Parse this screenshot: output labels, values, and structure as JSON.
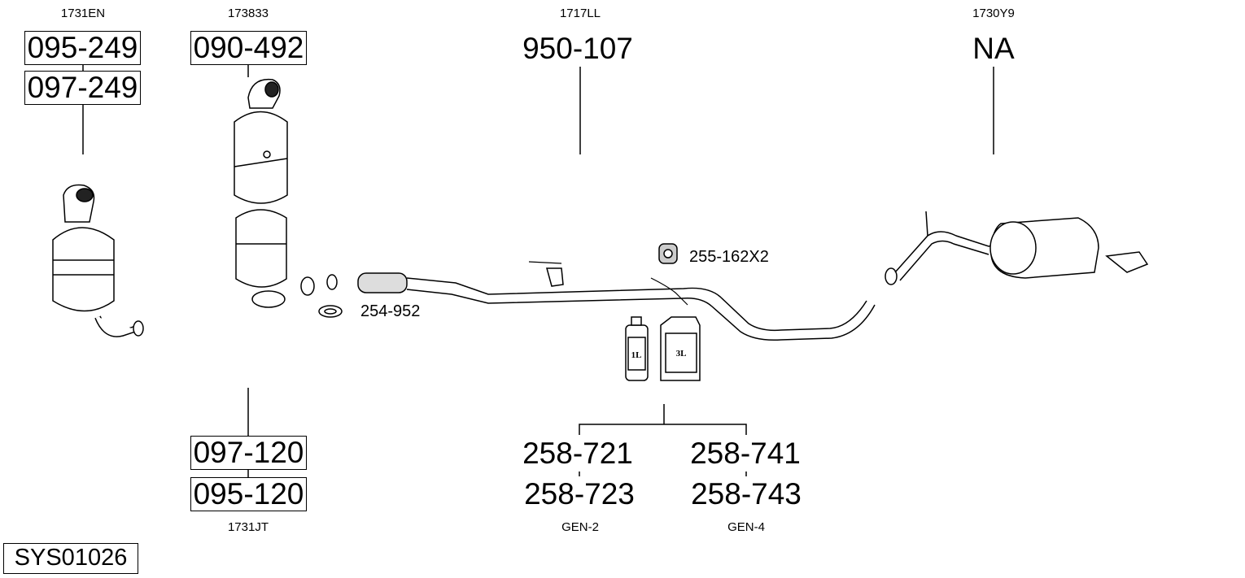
{
  "groups": [
    {
      "code": "1731EN",
      "parts": [
        "095-249",
        "097-249"
      ]
    },
    {
      "code": "173833",
      "parts": [
        "090-492"
      ]
    },
    {
      "code": "1717LL",
      "parts": [
        "950-107"
      ]
    },
    {
      "code": "1730Y9",
      "parts": [
        "NA"
      ]
    },
    {
      "code": "1731JT",
      "parts": [
        "097-120",
        "095-120"
      ]
    }
  ],
  "accessories": {
    "clamp": "254-952",
    "hanger": "255-162X2"
  },
  "fluids": {
    "bottle_small": "1L",
    "bottle_large": "3L",
    "gen2": {
      "label": "GEN-2",
      "parts": [
        "258-721",
        "258-723"
      ]
    },
    "gen4": {
      "label": "GEN-4",
      "parts": [
        "258-741",
        "258-743"
      ]
    }
  },
  "system_id": "SYS01026"
}
